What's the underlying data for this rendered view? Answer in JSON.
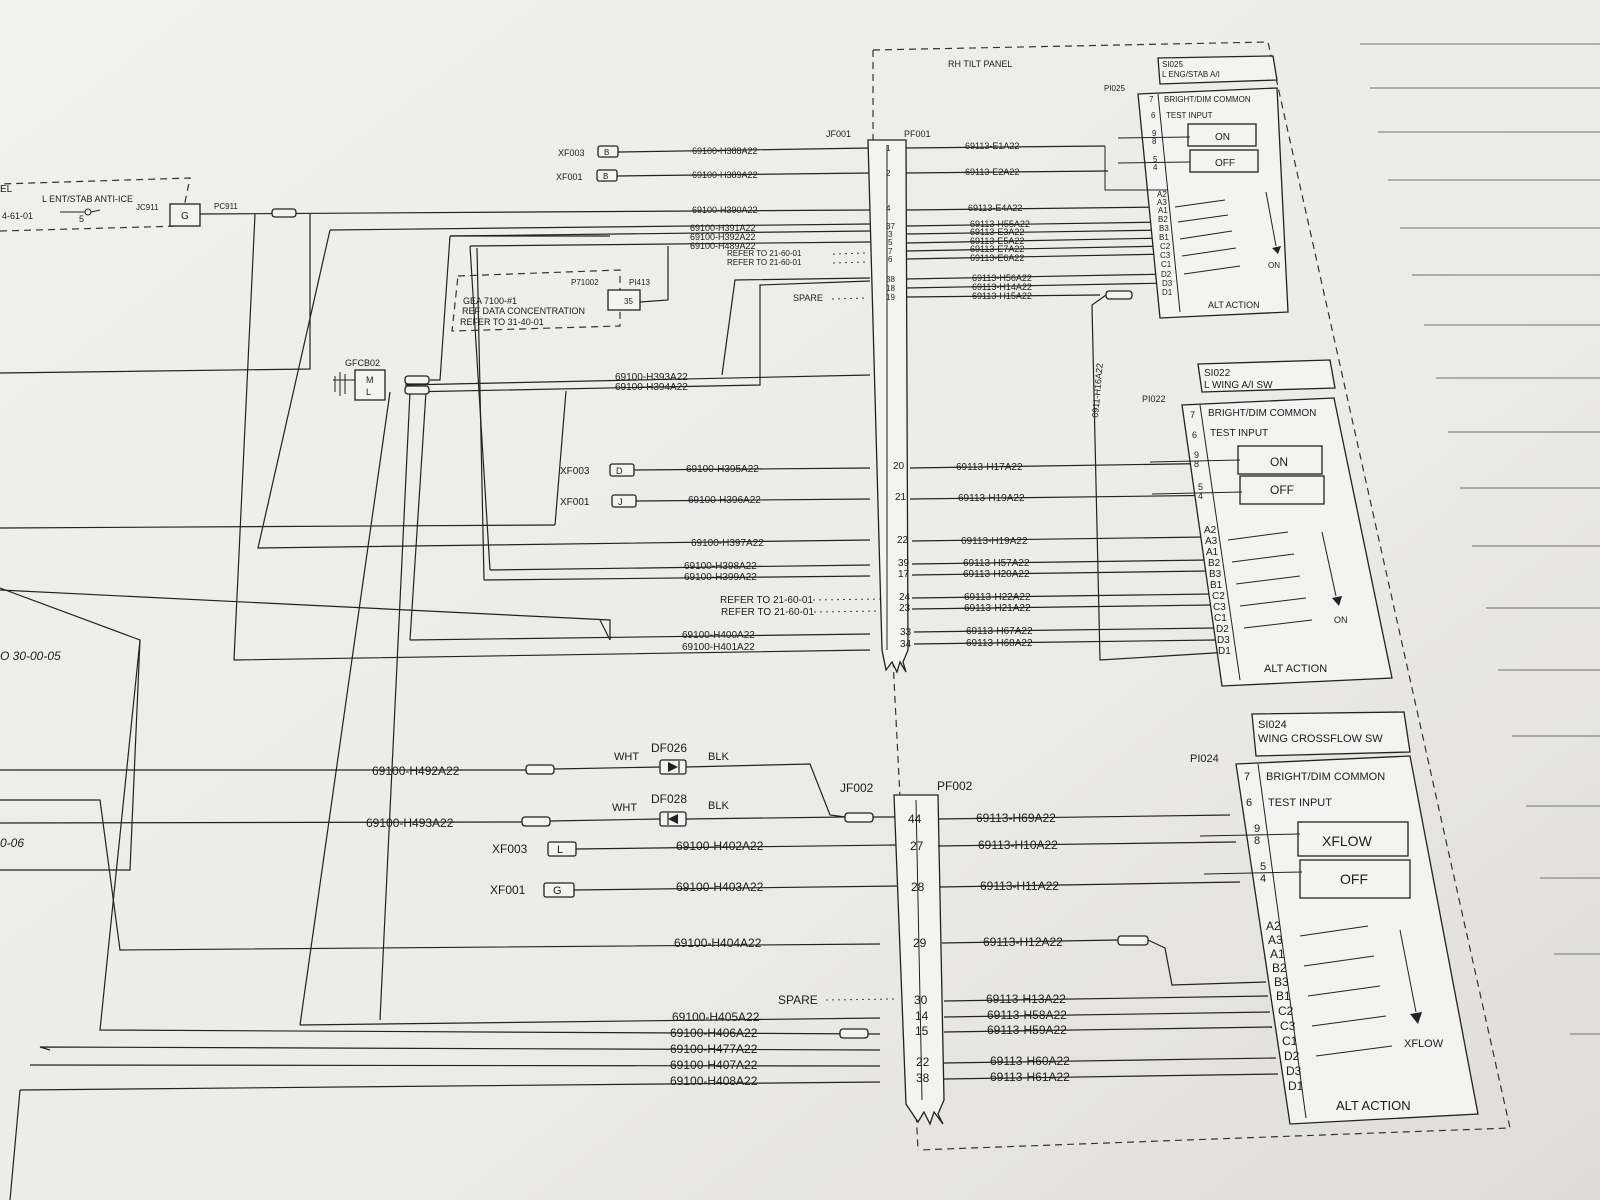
{
  "panel": {
    "title": "RH TILT PANEL"
  },
  "partial": {
    "left_top": "EL",
    "loc": "4-61-01",
    "ref_a": "O 30-00-05",
    "ref_b": "0-06"
  },
  "lens_left": {
    "label": "L ENT/STAB ANTI-ICE",
    "jc": "JC911",
    "pc": "PC911",
    "pin": "5",
    "g": "G"
  },
  "gea": {
    "line1": "GEA 7100-#1",
    "line2": "REF DATA CONCENTRATION",
    "line3": "REFER TO 31-40-01",
    "p1": "P71002",
    "p2": "PI413",
    "pin": "35"
  },
  "gfcb": {
    "label": "GFCB02",
    "m": "M",
    "l": "L"
  },
  "connectors": {
    "jf001": "JF001",
    "pf001": "PF001",
    "jf002": "JF002",
    "pf002": "PF002"
  },
  "upper_left_wires": [
    {
      "xf": "XF003",
      "pin": "B",
      "wire": "69100-H388A22",
      "num": "1",
      "right": "69113-E1A22"
    },
    {
      "xf": "XF001",
      "pin": "B",
      "wire": "69100-H389A22",
      "num": "2",
      "right": "69113-E2A22"
    },
    {
      "xf": "",
      "pin": "",
      "wire": "69100-H390A22",
      "num": "4",
      "right": "69113-E4A22"
    },
    {
      "xf": "",
      "pin": "",
      "wire": "69100-H391A22",
      "num": "37",
      "right": "69113-H55A22"
    },
    {
      "xf": "",
      "pin": "",
      "wire": "69100-H392A22",
      "num": "3",
      "right": "69113-E3A22"
    },
    {
      "xf": "",
      "pin": "",
      "wire": "69100-H489A22",
      "num": "5",
      "right": "69113-E5A22"
    },
    {
      "xf": "",
      "pin": "",
      "wire": "REFER TO 21-60-01",
      "num": "7",
      "right": "69113-E7A22"
    },
    {
      "xf": "",
      "pin": "",
      "wire": "REFER TO 21-60-01",
      "num": "6",
      "right": "69113-E6A22"
    },
    {
      "xf": "",
      "pin": "",
      "wire": "",
      "num": "38",
      "right": "69113-H56A22"
    },
    {
      "xf": "",
      "pin": "",
      "wire": "",
      "num": "18",
      "right": "69113-H14A22"
    },
    {
      "xf": "",
      "pin": "",
      "wire": "SPARE",
      "num": "19",
      "right": "69113-H15A22"
    }
  ],
  "mid_wires": [
    {
      "xf": "",
      "pin": "",
      "wire": "69100-H393A22",
      "num": "",
      "right": ""
    },
    {
      "xf": "",
      "pin": "",
      "wire": "69100-H394A22",
      "num": "",
      "right": ""
    },
    {
      "xf": "XF003",
      "pin": "D",
      "wire": "69100-H395A22",
      "num": "20",
      "right": "69113-H17A22"
    },
    {
      "xf": "XF001",
      "pin": "J",
      "wire": "69100-H396A22",
      "num": "21",
      "right": "69113-H19A22"
    },
    {
      "xf": "",
      "pin": "",
      "wire": "69100-H397A22",
      "num": "22",
      "right": "69113-H19A22"
    },
    {
      "xf": "",
      "pin": "",
      "wire": "69100-H398A22",
      "num": "39",
      "right": "69113-H57A22"
    },
    {
      "xf": "",
      "pin": "",
      "wire": "69100-H399A22",
      "num": "17",
      "right": "69113-H20A22"
    },
    {
      "xf": "",
      "pin": "",
      "wire": "REFER TO 21-60-01",
      "num": "24",
      "right": "69113-H22A22"
    },
    {
      "xf": "",
      "pin": "",
      "wire": "REFER TO 21-60-01",
      "num": "23",
      "right": "69113-H21A22"
    },
    {
      "xf": "",
      "pin": "",
      "wire": "69100-H400A22",
      "num": "33",
      "right": "69113-H67A22"
    },
    {
      "xf": "",
      "pin": "",
      "wire": "69100-H401A22",
      "num": "34",
      "right": "69113-H68A22"
    }
  ],
  "lower_wires": [
    {
      "xf": "",
      "pin": "",
      "wire": "69100-H492A22",
      "num": "",
      "right": ""
    },
    {
      "xf": "",
      "pin": "",
      "wire": "69100-H493A22",
      "num": "44",
      "right": "69113-H69A22"
    },
    {
      "xf": "XF003",
      "pin": "L",
      "wire": "69100-H402A22",
      "num": "27",
      "right": "69113-H10A22"
    },
    {
      "xf": "XF001",
      "pin": "G",
      "wire": "69100-H403A22",
      "num": "28",
      "right": "69113-H11A22"
    },
    {
      "xf": "",
      "pin": "",
      "wire": "69100-H404A22",
      "num": "29",
      "right": "69113-H12A22"
    },
    {
      "xf": "",
      "pin": "",
      "wire": "SPARE",
      "num": "30",
      "right": "69113-H13A22"
    },
    {
      "xf": "",
      "pin": "",
      "wire": "69100-H405A22",
      "num": "14",
      "right": "69113-H58A22"
    },
    {
      "xf": "",
      "pin": "",
      "wire": "69100-H406A22",
      "num": "15",
      "right": "69113-H59A22"
    },
    {
      "xf": "",
      "pin": "",
      "wire": "69100-H477A22",
      "num": "",
      "right": ""
    },
    {
      "xf": "",
      "pin": "",
      "wire": "69100-H407A22",
      "num": "22",
      "right": "69113-H60A22"
    },
    {
      "xf": "",
      "pin": "",
      "wire": "69100-H408A22",
      "num": "38",
      "right": "69113-H61A22"
    }
  ],
  "diodes": [
    {
      "name": "DF026",
      "left": "WHT",
      "right": "BLK"
    },
    {
      "name": "DF028",
      "left": "WHT",
      "right": "BLK"
    }
  ],
  "vertical_wire": "6911-H16A22",
  "switches": [
    {
      "id": "SI025",
      "name": "L ENG/STAB A/I",
      "p": "PI025",
      "bright": "BRIGHT/DIM COMMON",
      "test": "TEST INPUT",
      "on": "ON",
      "off": "OFF",
      "dir": "ON",
      "alt": "ALT ACTION"
    },
    {
      "id": "SI022",
      "name": "L WING A/I SW",
      "p": "PI022",
      "bright": "BRIGHT/DIM COMMON",
      "test": "TEST INPUT",
      "on": "ON",
      "off": "OFF",
      "dir": "ON",
      "alt": "ALT ACTION"
    },
    {
      "id": "SI024",
      "name": "WING CROSSFLOW SW",
      "p": "PI024",
      "bright": "BRIGHT/DIM COMMON",
      "test": "TEST INPUT",
      "on": "XFLOW",
      "off": "OFF",
      "dir": "XFLOW",
      "alt": "ALT ACTION"
    }
  ],
  "switch_pins": {
    "a": [
      "7",
      "6",
      "9",
      "8",
      "5",
      "4"
    ],
    "contacts": [
      "A2",
      "A3",
      "A1",
      "B2",
      "B3",
      "B1",
      "C2",
      "C3",
      "C1",
      "D2",
      "D3",
      "D1"
    ]
  }
}
